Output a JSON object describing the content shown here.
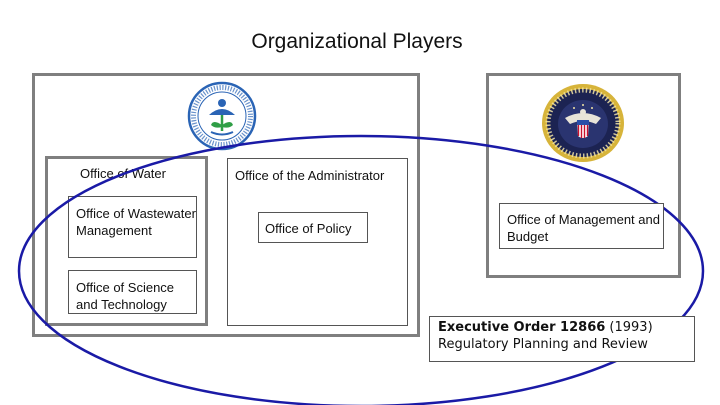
{
  "title": "Organizational Players",
  "epa": {
    "seal": "epa-seal-icon",
    "water_office": {
      "title": "Office of Water",
      "sub_offices": [
        "Office of Wastewater Management",
        "Office of Science and Technology"
      ]
    },
    "administrator_office": {
      "title": "Office of the Administrator",
      "sub_office": "Office of Policy"
    }
  },
  "president": {
    "seal": "presidential-seal-icon",
    "office": "Office of Management and Budget"
  },
  "executive_order": {
    "name": "Executive Order 12866",
    "year": "(1993)",
    "subtitle": "Regulatory Planning and Review"
  },
  "colors": {
    "group_border": "#7f7f7f",
    "ellipse": "#1a1aa6",
    "epa_blue": "#2a64b5",
    "epa_green": "#2f9e46",
    "seal_gold": "#d7b43a",
    "seal_navy": "#1c2352"
  }
}
